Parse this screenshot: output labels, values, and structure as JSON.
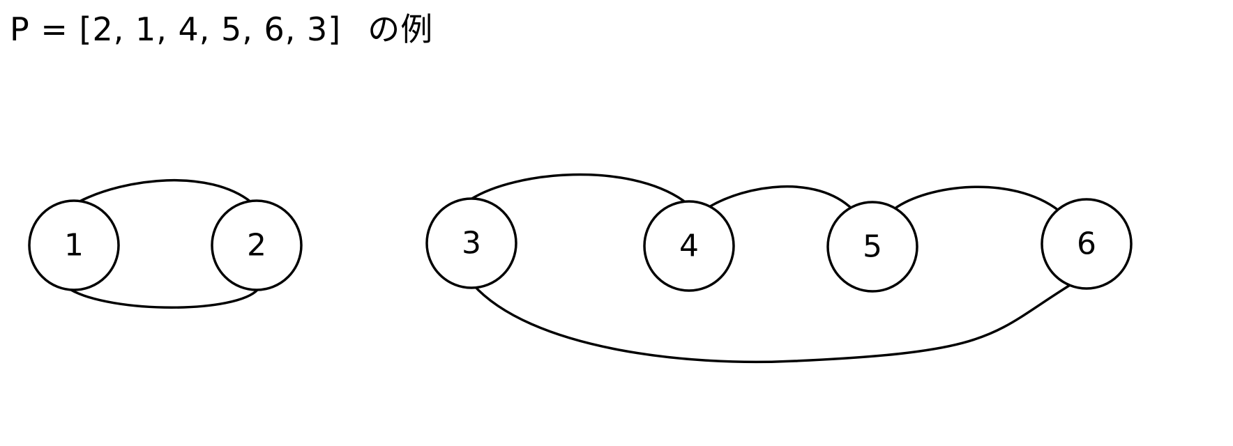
{
  "title": {
    "formula": "P = [2, 1, 4, 5, 6, 3]",
    "suffix": "の例"
  },
  "nodes": [
    {
      "id": "1",
      "label": "1"
    },
    {
      "id": "2",
      "label": "2"
    },
    {
      "id": "3",
      "label": "3"
    },
    {
      "id": "4",
      "label": "4"
    },
    {
      "id": "5",
      "label": "5"
    },
    {
      "id": "6",
      "label": "6"
    }
  ],
  "edges": [
    {
      "from": "1",
      "to": "2"
    },
    {
      "from": "2",
      "to": "1"
    },
    {
      "from": "3",
      "to": "4"
    },
    {
      "from": "4",
      "to": "5"
    },
    {
      "from": "5",
      "to": "6"
    },
    {
      "from": "6",
      "to": "3"
    }
  ],
  "colors": {
    "stroke": "#000000",
    "background": "#ffffff"
  }
}
